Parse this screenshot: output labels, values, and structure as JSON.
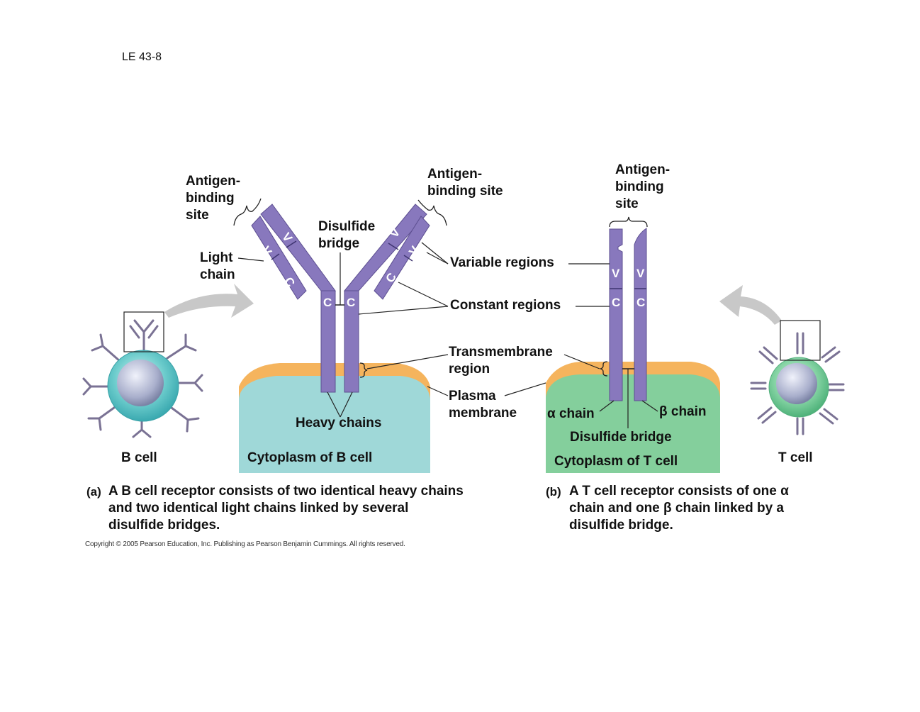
{
  "slide_id": "LE 43-8",
  "colors": {
    "chain": "#8878bd",
    "chain_stroke": "#5d4f91",
    "membrane": "#f5b45d",
    "b_cytoplasm": "#9fd8d8",
    "t_cytoplasm": "#84cf9c",
    "arrow": "#c8c8c8"
  },
  "labels": {
    "antigen_site_left": "Antigen-\nbinding\nsite",
    "antigen_site_right": "Antigen-\nbinding site",
    "antigen_site_t": "Antigen-\nbinding\nsite",
    "disulfide_bridge": "Disulfide\nbridge",
    "light_chain": "Light\nchain",
    "variable_regions": "Variable regions",
    "constant_regions": "Constant regions",
    "transmembrane_region": "Transmembrane\nregion",
    "plasma_membrane": "Plasma\nmembrane",
    "heavy_chains": "Heavy chains",
    "alpha_chain": "α chain",
    "beta_chain": "β chain",
    "disulfide_bridge_t": "Disulfide bridge",
    "b_cell": "B cell",
    "t_cell": "T cell",
    "cytoplasm_b": "Cytoplasm of B cell",
    "cytoplasm_t": "Cytoplasm of T cell"
  },
  "segments": {
    "v": "V",
    "c": "C"
  },
  "captions": {
    "a_letter": "(a)",
    "a_text": "A B cell receptor consists of two identical heavy chains and two identical light chains linked by several disulfide bridges.",
    "b_letter": "(b)",
    "b_text": "A T cell receptor consists of one α chain and one β chain linked by a disulfide bridge."
  },
  "copyright": "Copyright © 2005 Pearson Education, Inc. Publishing as Pearson Benjamin Cummings. All rights reserved."
}
